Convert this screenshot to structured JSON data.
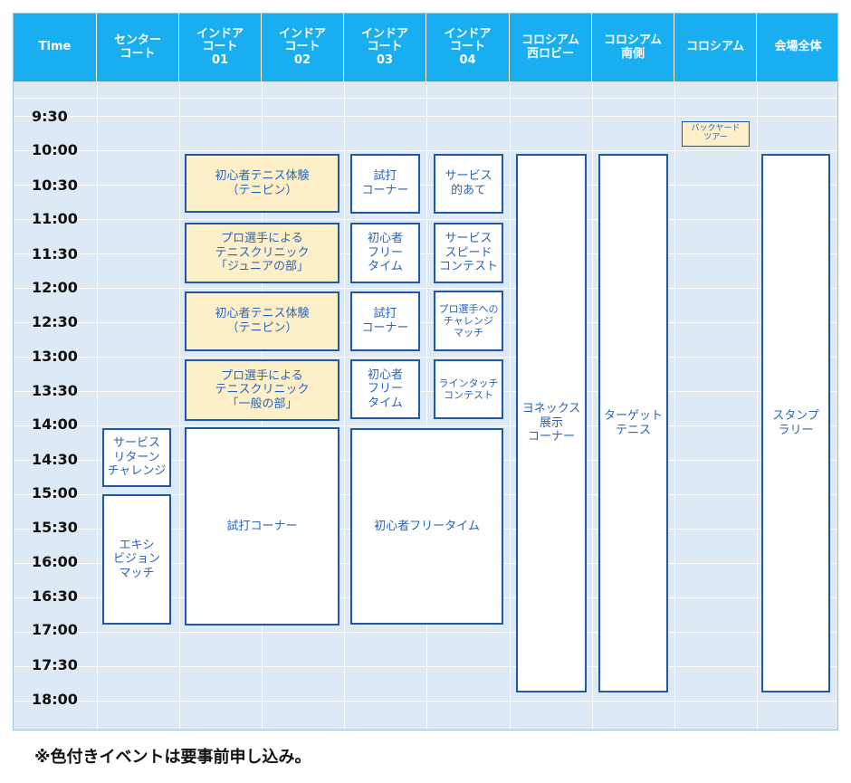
{
  "header": {
    "time": "Time",
    "columns": [
      "センター\nコート",
      "インドア\nコート\n01",
      "インドア\nコート\n02",
      "インドア\nコート\n03",
      "インドア\nコート\n04",
      "コロシアム\n西ロビー",
      "コロシアム\n南側",
      "コロシアム",
      "会場全体"
    ]
  },
  "times": [
    "9:30",
    "10:00",
    "10:30",
    "11:00",
    "11:30",
    "12:00",
    "12:30",
    "13:00",
    "13:30",
    "14:00",
    "14:30",
    "15:00",
    "15:30",
    "16:00",
    "16:30",
    "17:00",
    "17:30",
    "18:00"
  ],
  "events": {
    "backyard_tour": "バックヤード\nツアー",
    "beginner_tennis_1": "初心者テニス体験\n（テニピン）",
    "pro_clinic_junior": "プロ選手による\nテニスクリニック\n「ジュニアの部」",
    "beginner_tennis_2": "初心者テニス体験\n（テニピン）",
    "pro_clinic_general": "プロ選手による\nテニスクリニック\n「一般の部」",
    "trial_corner_1": "試打\nコーナー",
    "free_time_1": "初心者\nフリー\nタイム",
    "trial_corner_2": "試打\nコーナー",
    "free_time_2": "初心者\nフリー\nタイム",
    "serve_target": "サービス\n的あて",
    "serve_speed": "サービス\nスピード\nコンテスト",
    "pro_challenge": "プロ選手への\nチャレンジ\nマッチ",
    "line_touch": "ラインタッチ\nコンテスト",
    "service_return": "サービス\nリターン\nチャレンジ",
    "exhibition": "エキシ\nビジョン\nマッチ",
    "trial_corner_big": "試打コーナー",
    "free_time_big": "初心者フリータイム",
    "yonex": "ヨネックス\n展示\nコーナー",
    "target_tennis": "ターゲット\nテニス",
    "stamp_rally": "スタンプ\nラリー"
  },
  "footnote": "※色付きイベントは要事前申し込み。",
  "colors": {
    "header": "#19aef0",
    "grid_bg": "#dde9f4",
    "event_border": "#1f58a8",
    "event_text": "#2a64b8",
    "reservation": "#fdf0c8"
  }
}
